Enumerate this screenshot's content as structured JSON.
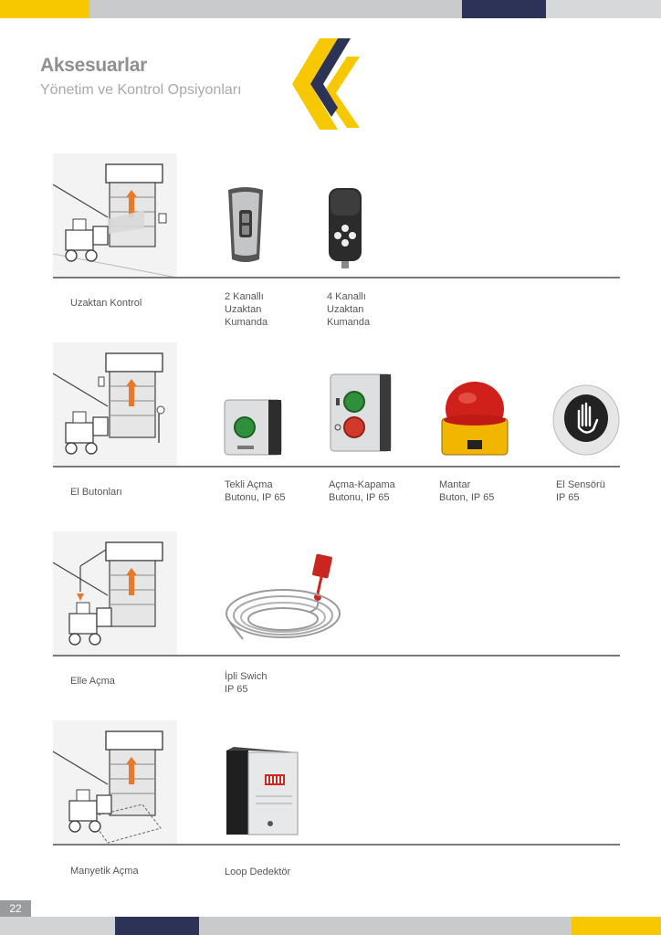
{
  "header": {
    "title": "Aksesuarlar",
    "subtitle": "Yönetim ve Kontrol Opsiyonları"
  },
  "page_number": "22",
  "colors": {
    "yellow": "#f7c800",
    "navy": "#2d3356",
    "grey": "#c9cacc"
  },
  "sections": [
    {
      "label": "Uzaktan Kontrol",
      "products": [
        {
          "label": "2 Kanallı\nUzaktan\nKumanda",
          "icon": "remote-2ch-icon"
        },
        {
          "label": "4 Kanallı\nUzaktan\nKumanda",
          "icon": "remote-4ch-icon"
        }
      ]
    },
    {
      "label": "El Butonları",
      "products": [
        {
          "label": "Tekli Açma\nButonu, IP 65",
          "icon": "single-button-icon"
        },
        {
          "label": "Açma-Kapama\nButonu, IP 65",
          "icon": "double-button-icon"
        },
        {
          "label": "Mantar\nButon, IP 65",
          "icon": "mushroom-button-icon"
        },
        {
          "label": "El Sensörü\nIP 65",
          "icon": "hand-sensor-icon"
        }
      ]
    },
    {
      "label": "Elle Açma",
      "products": [
        {
          "label": "İpli Swich\nIP 65",
          "icon": "pull-switch-icon"
        }
      ]
    },
    {
      "label": "Manyetik Açma",
      "products": [
        {
          "label": "Loop Dedektör",
          "icon": "loop-detector-icon"
        }
      ]
    }
  ]
}
